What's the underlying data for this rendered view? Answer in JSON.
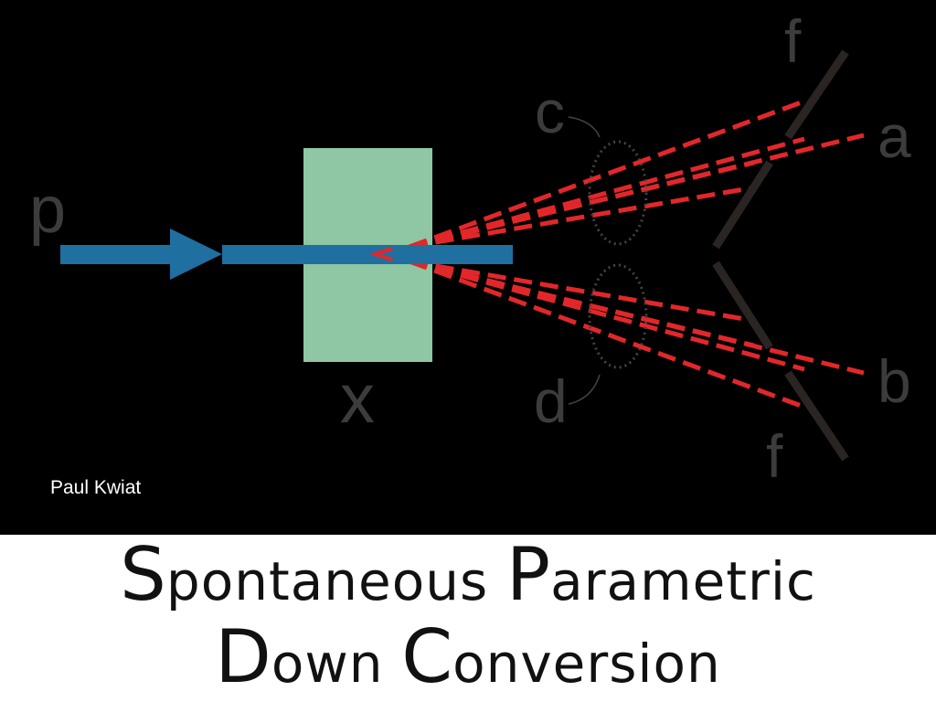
{
  "diagram": {
    "labels": {
      "pump": "p",
      "crystal": "x",
      "ring_upper": "c",
      "ring_lower": "d",
      "beam_upper": "a",
      "beam_lower": "b",
      "filter_upper": "f",
      "filter_lower": "f"
    },
    "colors": {
      "background": "#000000",
      "pump_beam": "#1f6fa0",
      "crystal": "#8fc6a3",
      "photon_cone": "#e2272a",
      "label": "#3c3c3c",
      "filter_bar": "#2a2523",
      "ring_outline": "#444444"
    }
  },
  "credit": "Paul Kwiat",
  "title": {
    "line1": [
      {
        "cap": "S",
        "rest": "pontaneous"
      },
      {
        "cap": "P",
        "rest": "arametric"
      }
    ],
    "line2": [
      {
        "cap": "D",
        "rest": "own"
      },
      {
        "cap": "C",
        "rest": "onversion"
      }
    ]
  }
}
